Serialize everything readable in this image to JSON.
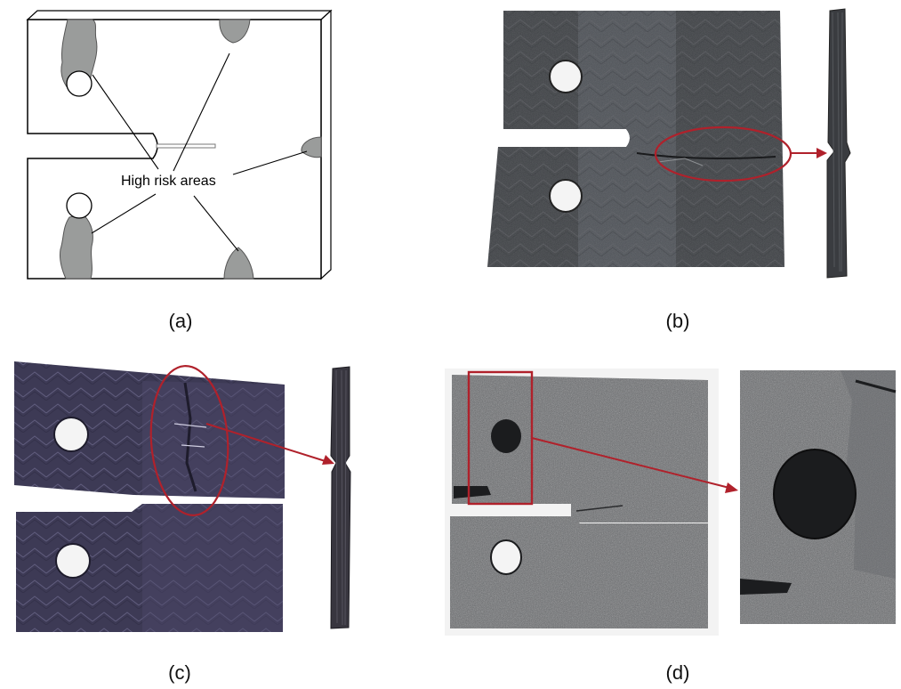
{
  "figure": {
    "panel_a": {
      "caption": "(a)",
      "label": "High risk areas"
    },
    "panel_b": {
      "caption": "(b)"
    },
    "panel_c": {
      "caption": "(c)"
    },
    "panel_d": {
      "caption": "(d)"
    }
  },
  "colors": {
    "risk_fill": "#9a9c9b",
    "annotation_red": "#b0212b",
    "specimen_dark": "#3c3f43",
    "specimen_purple": "#3d3a55",
    "speckle_gray": "#5e6063"
  }
}
